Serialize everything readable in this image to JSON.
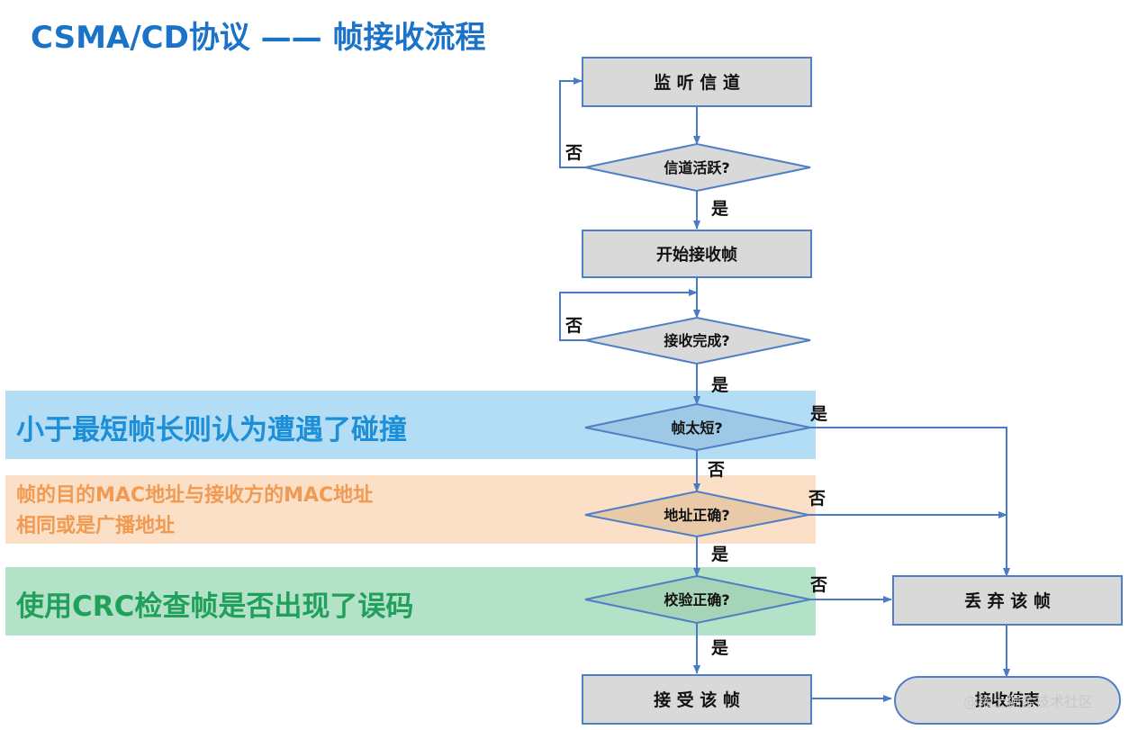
{
  "title": "CSMA/CD协议 —— 帧接收流程",
  "nodes": {
    "listen": "监 听 信 道",
    "active": "信道活跃?",
    "start_recv": "开始接收帧",
    "recv_done": "接收完成?",
    "too_short": "帧太短?",
    "addr_ok": "地址正确?",
    "crc_ok": "校验正确?",
    "discard": "丢 弃 该 帧",
    "accept": "接 受 该 帧",
    "end": "接收结束"
  },
  "labels": {
    "yes": "是",
    "no": "否"
  },
  "annotations": {
    "blue": "小于最短帧长则认为遭遇了碰撞",
    "orange_line1": "帧的目的MAC地址与接收方的MAC地址",
    "orange_line2": "相同或是广播地址",
    "green": "使用CRC检查帧是否出现了误码"
  },
  "watermark": "@稀土掘金技术社区",
  "colors": {
    "title": "#1a73c9",
    "band_blue": "#b3dcf5",
    "band_orange": "#fbdfc6",
    "band_green": "#b3e2c8",
    "diamond_blue": "#9ec9e6",
    "diamond_orange": "#e8c9a8",
    "diamond_green": "#a6d4b8",
    "box_fill": "#d9d9d9",
    "line": "#4a7bc4"
  }
}
